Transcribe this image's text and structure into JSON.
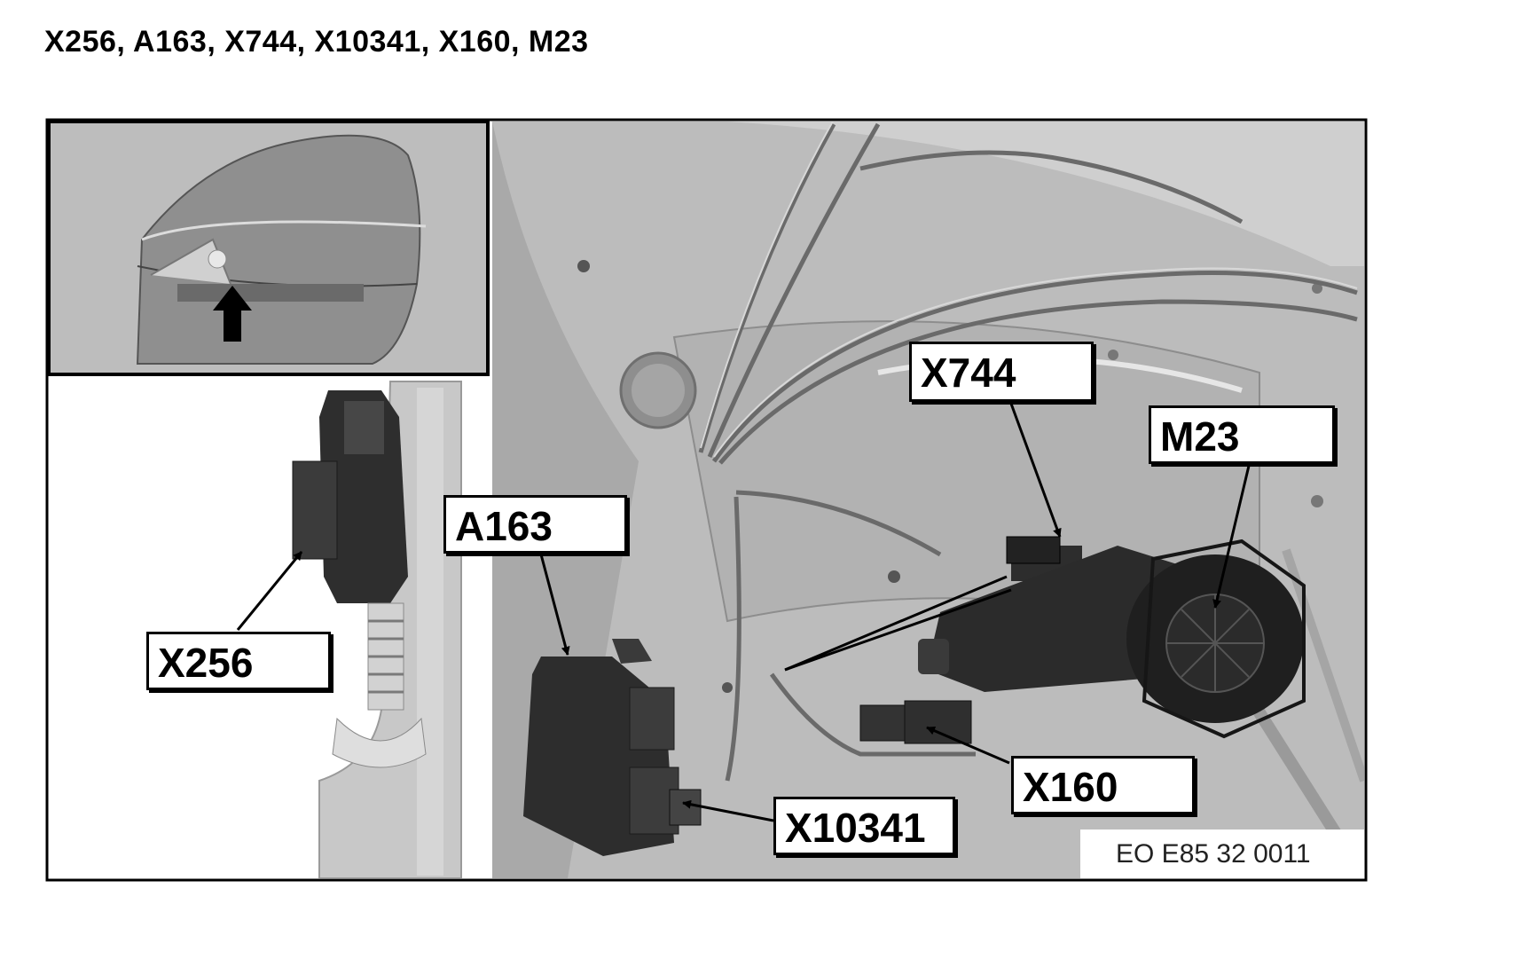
{
  "heading": "X256, A163, X744, X10341, X160, M23",
  "callouts": {
    "x256": "X256",
    "a163": "A163",
    "x744": "X744",
    "m23": "M23",
    "x160": "X160",
    "x10341": "X10341"
  },
  "image_code": "EO E85 32 0011",
  "colors": {
    "background": "#ffffff",
    "panel": "#bdbdbd",
    "component_dark": "#2a2a2a",
    "callout_border": "#000000"
  }
}
